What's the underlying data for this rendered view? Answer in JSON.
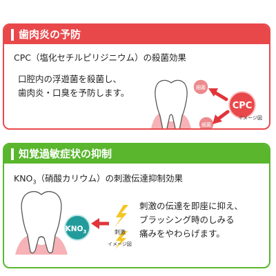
{
  "colors": {
    "red": "#e9484b",
    "green": "#59b62d",
    "teal": "#239b9b",
    "gum": "#f6b2b6",
    "bacteria": "#ec8a8d",
    "lightning": "#f5c525"
  },
  "section_gum": {
    "title": "歯肉炎の予防",
    "subtitle": "CPC（塩化セチルピリジニウム）の殺菌効果",
    "desc_line1": "口腔内の浮遊菌を殺菌し、",
    "desc_line2": "歯肉炎・口臭を予防します。",
    "cpc_label": "CPC",
    "bacteria_label_1": "細菌",
    "bacteria_label_2": "細菌",
    "caption": "イメージ図"
  },
  "section_sensitivity": {
    "title": "知覚過敏症状の抑制",
    "subtitle_main": "KNO",
    "subtitle_sub": "3",
    "subtitle_rest": "（硝酸カリウム）の刺激伝達抑制効果",
    "knob_main": "KNO",
    "knob_sub": "3",
    "stimulus_label": "刺激",
    "desc_line1": "刺激の伝達を即座に抑え、",
    "desc_line2": "ブラッシング時のしみる",
    "desc_line3": "痛みをやわらげます。",
    "caption": "イメージ図"
  }
}
